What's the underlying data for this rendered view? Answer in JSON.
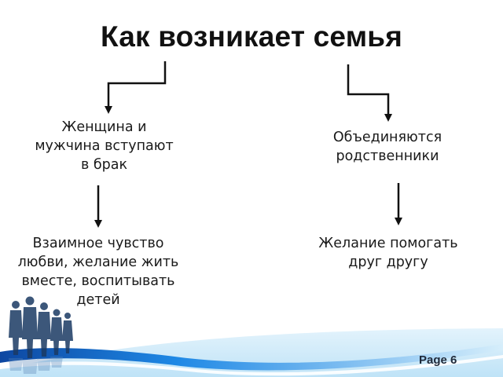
{
  "title": "Как возникает семья",
  "nodes": {
    "women_men": [
      "Женщина и",
      "мужчина вступают",
      "в брак"
    ],
    "relatives": [
      "Объединяются",
      "родственники"
    ],
    "love": [
      "Взаимное чувство",
      "любви, желание жить",
      "вместе, воспитывать",
      "детей"
    ],
    "help": [
      "Желание помогать",
      "друг другу"
    ]
  },
  "footer": {
    "page_label": "Page 6"
  },
  "colors": {
    "text": "#111111",
    "arrow": "#111111",
    "wave_dark": "#1565c0",
    "wave_light": "#bfe3f7",
    "silhouette": "#1b3a63"
  }
}
